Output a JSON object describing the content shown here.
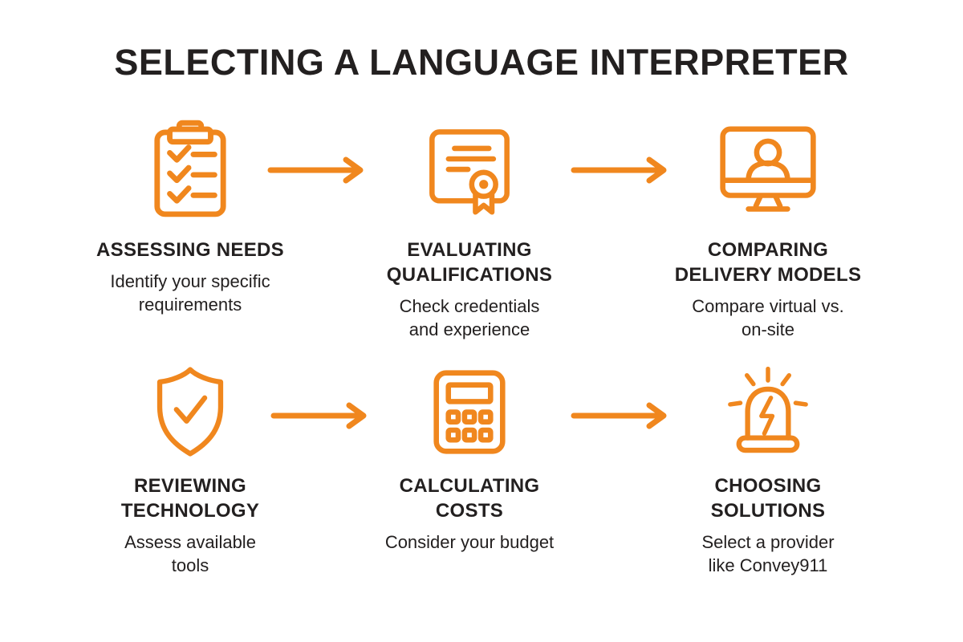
{
  "title": "SELECTING A LANGUAGE INTERPRETER",
  "colors": {
    "accent": "#F0871E",
    "ink": "#232020",
    "background": "#FFFFFF"
  },
  "steps": [
    {
      "icon": "clipboard-checklist-icon",
      "heading": "ASSESSING NEEDS",
      "description": "Identify your specific\nrequirements"
    },
    {
      "icon": "certificate-icon",
      "heading": "EVALUATING\nQUALIFICATIONS",
      "description": "Check credentials\nand experience"
    },
    {
      "icon": "monitor-person-icon",
      "heading": "COMPARING\nDELIVERY MODELS",
      "description": "Compare virtual vs.\non-site"
    },
    {
      "icon": "shield-check-icon",
      "heading": "REVIEWING\nTECHNOLOGY",
      "description": "Assess available\ntools"
    },
    {
      "icon": "calculator-icon",
      "heading": "CALCULATING\nCOSTS",
      "description": "Consider your budget"
    },
    {
      "icon": "siren-icon",
      "heading": "CHOOSING\nSOLUTIONS",
      "description": "Select a provider\nlike Convey911"
    }
  ],
  "arrow_count": 4
}
